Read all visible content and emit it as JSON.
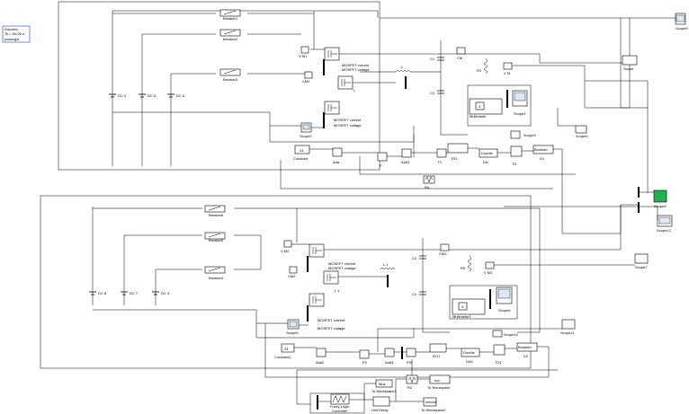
{
  "powergui": {
    "line1": "Discrete,",
    "line2": "Ts = 5e-06 s.",
    "line3": "powergui"
  },
  "top": {
    "breakers": [
      "Breaker1",
      "Breaker2",
      "Breaker3"
    ],
    "dc_sources": [
      "DC 4",
      "DC 5",
      "DC 6"
    ],
    "meters": [
      "V M1",
      "CM1",
      "CM",
      "V M"
    ],
    "mosfet_labels": [
      "MOSFET current",
      "MOSFET voltage"
    ],
    "inductor": "L",
    "capacitors": [
      "C1",
      "C2"
    ],
    "resistor": "R1",
    "multimeter": {
      "value": "4",
      "label": "Multimeter"
    },
    "constant": {
      "value": "24",
      "label": "Constant"
    },
    "blocks": [
      "Add",
      "P",
      "Add1",
      "PI",
      "RO",
      "Double",
      "Div",
      "TO",
      "Boolean",
      "D1"
    ],
    "scopes": [
      "Scope",
      "Scope1",
      "Scope2",
      "Scope3",
      "Scope4"
    ],
    "R_block": "R4"
  },
  "bottom": {
    "breakers": [
      "Breaker6",
      "Breaker5",
      "Breaker4"
    ],
    "dc_sources": [
      "DC 8",
      "DC 7",
      "DC 9"
    ],
    "meters": [
      "V M2",
      "CM2",
      "CM3",
      "V M3"
    ],
    "mosfet_labels": [
      "MOSFET current",
      "MOSFET voltage"
    ],
    "mosfet_labels2": [
      "MOSFET current",
      "MOSFET voltage"
    ],
    "inductor": "L 1",
    "capacitors": [
      "C3",
      "C4"
    ],
    "resistor": "R5",
    "multimeter": {
      "value": "4",
      "label": "Multimeter1"
    },
    "constant": {
      "value": "24",
      "label": "Constant1"
    },
    "blocks": [
      "Add2",
      "P2",
      "Add3",
      "PI2",
      "RO1",
      "Double",
      "Div1",
      "TO1",
      "Boolean",
      "D2"
    ],
    "scopes": [
      "Scope5",
      "Scope6",
      "Scope10",
      "Scope11",
      "Scope7"
    ]
  },
  "right": {
    "scope_green": "Scope8",
    "scope_top": "Scope9",
    "scope12": "Scope12"
  },
  "controller": {
    "fuzzy": {
      "line1": "Fuzzy Logic",
      "line2": "Controller"
    },
    "ws1": {
      "value": "simout",
      "label": "To Workspace"
    },
    "ws2": {
      "value": "out",
      "label": "To Workspace2"
    },
    "ws3": {
      "value": "Mux",
      "label": "To Workspace1"
    },
    "unit_delay": "Unit Delay",
    "r2": "R2"
  },
  "colors": {
    "scope_active": "#22b14c",
    "border": "#000000",
    "powergui_border": "#1f3fbf"
  }
}
